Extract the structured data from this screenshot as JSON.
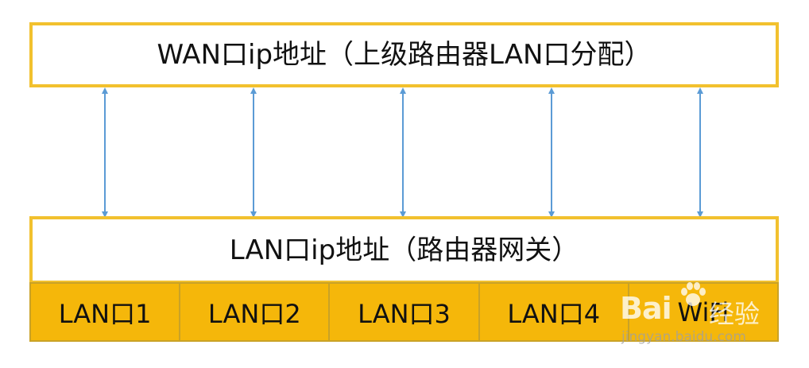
{
  "wan": {
    "label": "WAN口ip地址（上级路由器LAN口分配）"
  },
  "lan": {
    "label": "LAN口ip地址（路由器网关）"
  },
  "ports": [
    {
      "label": "LAN口1"
    },
    {
      "label": "LAN口2"
    },
    {
      "label": "LAN口3"
    },
    {
      "label": "LAN口4"
    },
    {
      "label": "WiFi"
    }
  ],
  "arrows": {
    "count": 5,
    "color": "#5b9bd5"
  },
  "colors": {
    "box_border": "#f2c12e",
    "port_fill": "#f5b70a",
    "text": "#111111"
  },
  "watermark": {
    "logo_text": "Bai",
    "product_text": "经验",
    "url_text": "jingyan.baidu.com"
  }
}
